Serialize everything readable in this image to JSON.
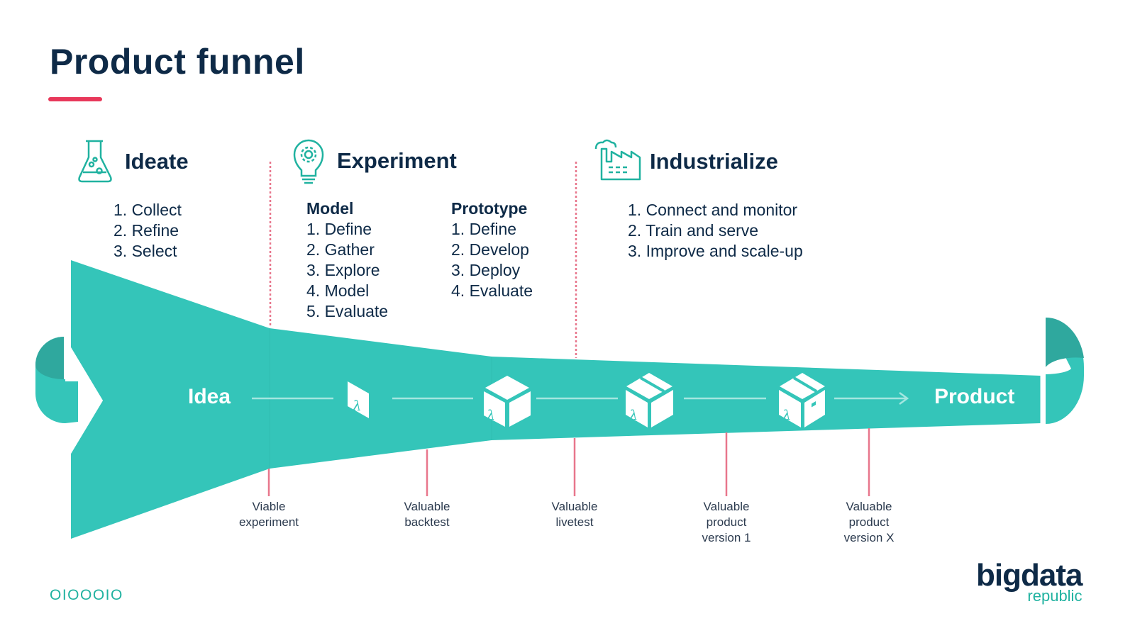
{
  "title": "Product funnel",
  "colors": {
    "funnel": "#34c5b9",
    "funnel_dark": "#2fa89e",
    "navy": "#0e2a47",
    "accent_red": "#e8385a",
    "milestone_line": "#e8768c",
    "teal_text": "#20b2a0"
  },
  "stages": {
    "ideate": {
      "icon": "flask-icon",
      "title": "Ideate",
      "items": [
        "1. Collect",
        "2. Refine",
        "3. Select"
      ]
    },
    "experiment": {
      "icon": "lightbulb-gear-icon",
      "title": "Experiment",
      "model": {
        "heading": "Model",
        "items": [
          "1. Define",
          "2. Gather",
          "3. Explore",
          "4. Model",
          "5. Evaluate"
        ]
      },
      "prototype": {
        "heading": "Prototype",
        "items": [
          "1. Define",
          "2. Develop",
          "3. Deploy",
          "4. Evaluate"
        ]
      }
    },
    "industrialize": {
      "icon": "factory-icon",
      "title": "Industrialize",
      "items": [
        "1. Connect and monitor",
        "2. Train and serve",
        "3. Improve and scale-up"
      ]
    }
  },
  "funnel": {
    "start_label": "Idea",
    "end_label": "Product",
    "steps": [
      {
        "icon": "lambda-card-icon"
      },
      {
        "icon": "lambda-cube-icon"
      },
      {
        "icon": "lambda-box-icon"
      },
      {
        "icon": "lambda-package-icon"
      }
    ]
  },
  "milestones": [
    {
      "lines": [
        "Viable",
        "experiment"
      ]
    },
    {
      "lines": [
        "Valuable",
        "backtest"
      ]
    },
    {
      "lines": [
        "Valuable",
        "livetest"
      ]
    },
    {
      "lines": [
        "Valuable",
        "product",
        "version 1"
      ]
    },
    {
      "lines": [
        "Valuable",
        "product",
        "version X"
      ]
    }
  ],
  "footer": {
    "code": "OIOOOIO",
    "logo_main": "bigdata",
    "logo_sub": "republic"
  }
}
